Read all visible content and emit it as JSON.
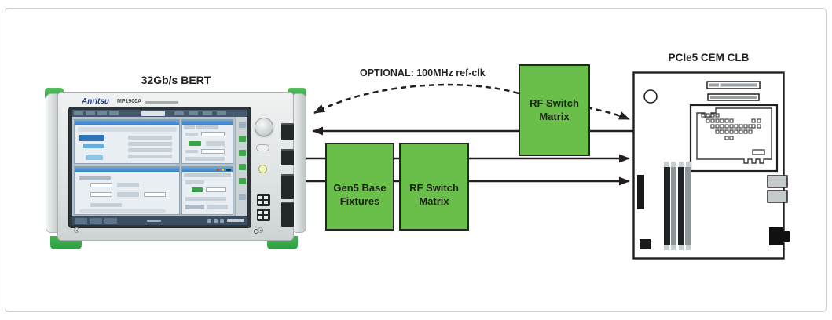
{
  "diagram": {
    "bert": {
      "title": "32Gb/s BERT",
      "brand": "Anritsu",
      "model": "MP1900A"
    },
    "refclk_label": "OPTIONAL: 100MHz ref-clk",
    "boxes": {
      "rf_switch_top": {
        "line1": "RF Switch",
        "line2": "Matrix"
      },
      "gen5_fixtures": {
        "line1": "Gen5 Base",
        "line2": "Fixtures"
      },
      "rf_switch_bottom": {
        "line1": "RF Switch",
        "line2": "Matrix"
      }
    },
    "board": {
      "title": "PCIe5 CEM CLB"
    },
    "colors": {
      "box_green": "#69bf4a",
      "box_border": "#262626",
      "arrow_black": "#231f20",
      "bumper_green": "#3fae4c",
      "brand_navy": "#1c3e8f"
    }
  }
}
